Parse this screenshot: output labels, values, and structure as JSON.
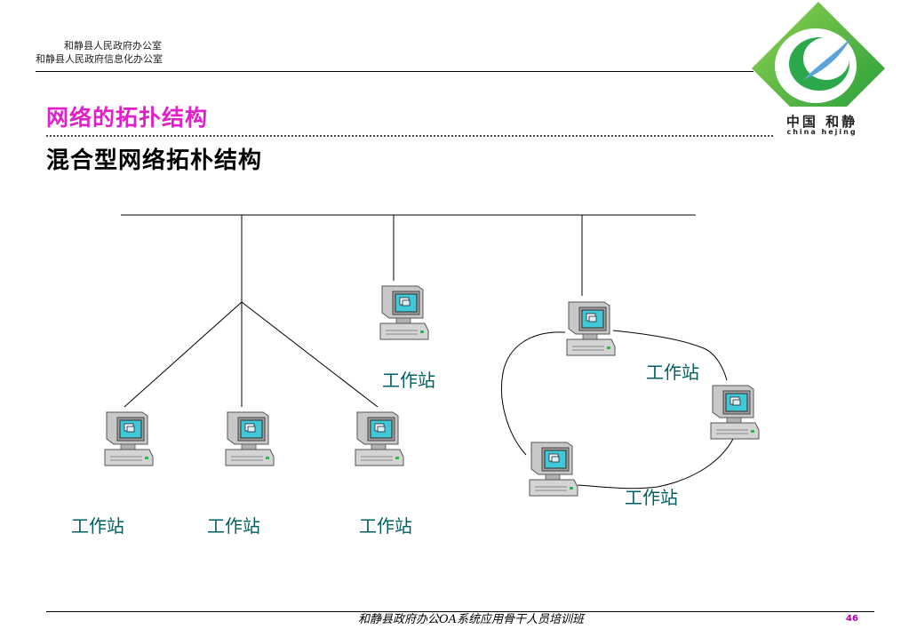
{
  "header": {
    "office_line1": "和静县人民政府办公室",
    "office_line2": "和静县人民政府信息化办公室",
    "logo_main": "中国 和静",
    "logo_sub": "china  hejing"
  },
  "slide": {
    "title": "网络的拓扑结构",
    "subtitle": "混合型网络拓朴结构"
  },
  "diagram": {
    "workstation_label": "工作站",
    "nodes": [
      {
        "id": "ws-top-middle",
        "label": "工作站"
      },
      {
        "id": "ws-ring-top",
        "label": "工作站"
      },
      {
        "id": "ws-ring-right",
        "label": ""
      },
      {
        "id": "ws-ring-left",
        "label": "工作站"
      },
      {
        "id": "ws-tree-1",
        "label": "工作站"
      },
      {
        "id": "ws-tree-2",
        "label": "工作站"
      },
      {
        "id": "ws-tree-3",
        "label": "工作站"
      }
    ]
  },
  "footer": {
    "course": "和静县政府办公OA系统应用骨干人员培训班",
    "page_number": "46"
  },
  "colors": {
    "title_magenta": "#e020c8",
    "label_teal": "#006060",
    "logo_green": "#3cb64a",
    "page_number_purple": "#b000b0"
  }
}
